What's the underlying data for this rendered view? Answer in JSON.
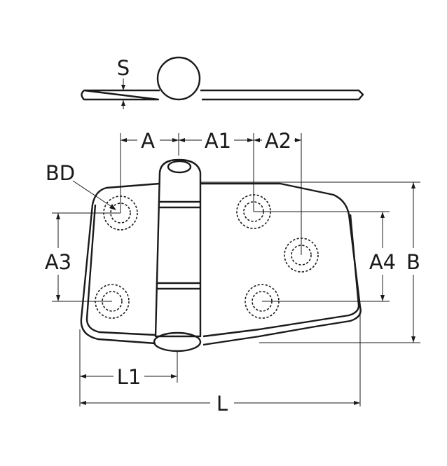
{
  "labels": {
    "thickness": "S",
    "hole_diameter": "BD",
    "dim_a": "A",
    "dim_a1": "A1",
    "dim_a2": "A2",
    "dim_a3": "A3",
    "dim_a4": "A4",
    "dim_b": "B",
    "dim_l1": "L1",
    "dim_l": "L"
  }
}
